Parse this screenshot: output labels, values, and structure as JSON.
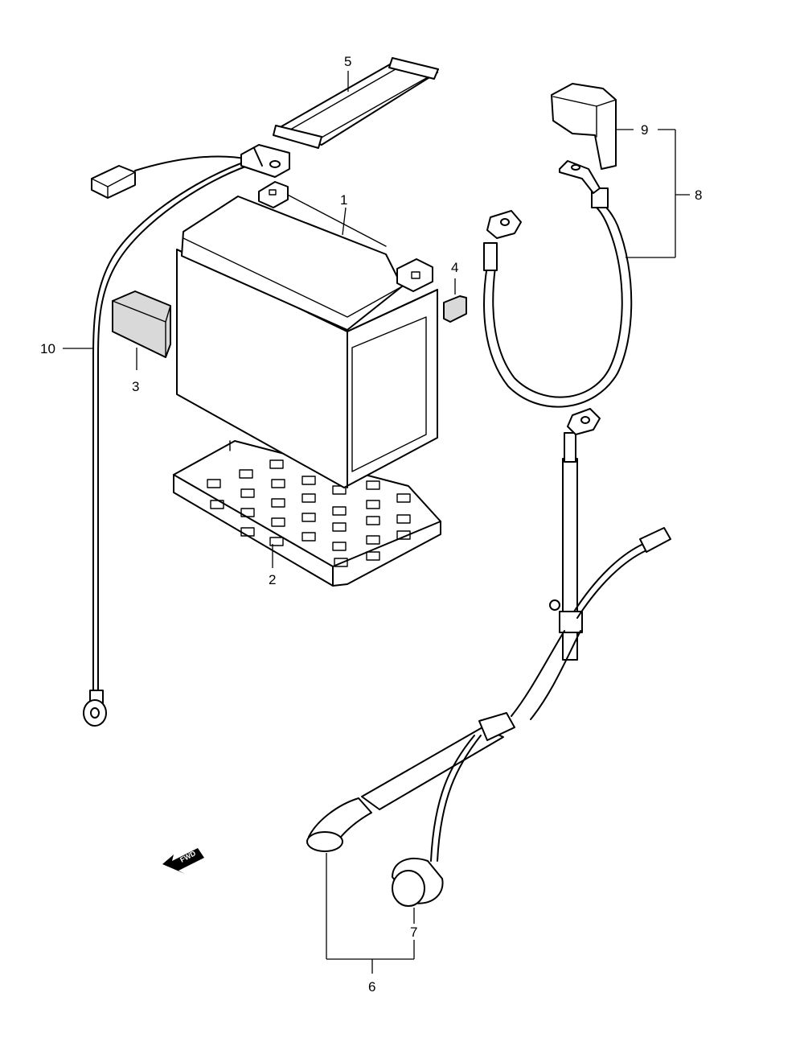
{
  "callouts": [
    {
      "id": "1",
      "text": "1"
    },
    {
      "id": "2",
      "text": "2"
    },
    {
      "id": "3",
      "text": "3"
    },
    {
      "id": "4",
      "text": "4"
    },
    {
      "id": "5",
      "text": "5"
    },
    {
      "id": "6",
      "text": "6"
    },
    {
      "id": "7",
      "text": "7"
    },
    {
      "id": "8",
      "text": "8"
    },
    {
      "id": "9",
      "text": "9"
    },
    {
      "id": "10",
      "text": "10"
    }
  ],
  "fwd_arrow": {
    "text": "FWD"
  }
}
